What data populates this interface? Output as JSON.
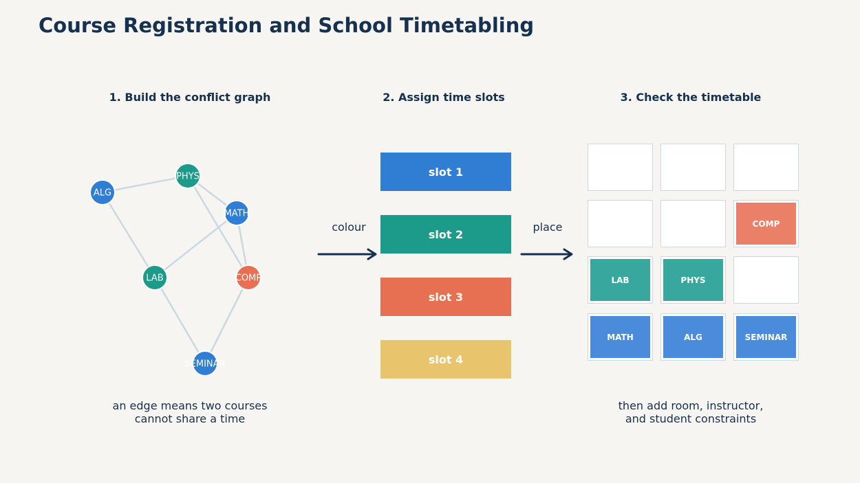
{
  "title": "Course Registration and School Timetabling",
  "steps": {
    "graph": {
      "title": "1. Build the conflict graph",
      "caption_line1": "an edge means two courses",
      "caption_line2": "cannot share a time",
      "nodes": [
        {
          "id": "ALG",
          "label": "ALG",
          "slot": 1
        },
        {
          "id": "PHYS",
          "label": "PHYS",
          "slot": 2
        },
        {
          "id": "MATH",
          "label": "MATH",
          "slot": 1
        },
        {
          "id": "LAB",
          "label": "LAB",
          "slot": 2
        },
        {
          "id": "COMP",
          "label": "COMP",
          "slot": 3
        },
        {
          "id": "SEMINAR",
          "label": "SEMINAR",
          "slot": 1
        }
      ],
      "edges": [
        [
          "ALG",
          "PHYS"
        ],
        [
          "ALG",
          "LAB"
        ],
        [
          "PHYS",
          "MATH"
        ],
        [
          "PHYS",
          "COMP"
        ],
        [
          "MATH",
          "LAB"
        ],
        [
          "MATH",
          "COMP"
        ],
        [
          "LAB",
          "SEMINAR"
        ],
        [
          "COMP",
          "SEMINAR"
        ]
      ]
    },
    "slots": {
      "title": "2. Assign time slots",
      "items": [
        {
          "label": "slot 1",
          "color": "#2f7ed4"
        },
        {
          "label": "slot 2",
          "color": "#1c9a8a"
        },
        {
          "label": "slot 3",
          "color": "#e87052"
        },
        {
          "label": "slot 4",
          "color": "#e8c46c"
        }
      ]
    },
    "timetable": {
      "title": "3. Check the timetable",
      "caption_line1": "then add room, instructor,",
      "caption_line2": "and student constraints",
      "grid": [
        [
          "",
          "",
          ""
        ],
        [
          "",
          "",
          "COMP"
        ],
        [
          "LAB",
          "PHYS",
          ""
        ],
        [
          "MATH",
          "ALG",
          "SEMINAR"
        ]
      ]
    }
  },
  "arrows": {
    "left_label": "colour",
    "right_label": "place"
  },
  "colors": {
    "slot1": "#2f7ed4",
    "slot2": "#1c9a8a",
    "slot3": "#e87052",
    "slot4": "#e8c46c",
    "cell_slot1": "#4a8bdc",
    "cell_slot2": "#38a89e",
    "cell_slot3": "#eb8068",
    "edge": "#cbd8e2",
    "text": "#16304f"
  }
}
